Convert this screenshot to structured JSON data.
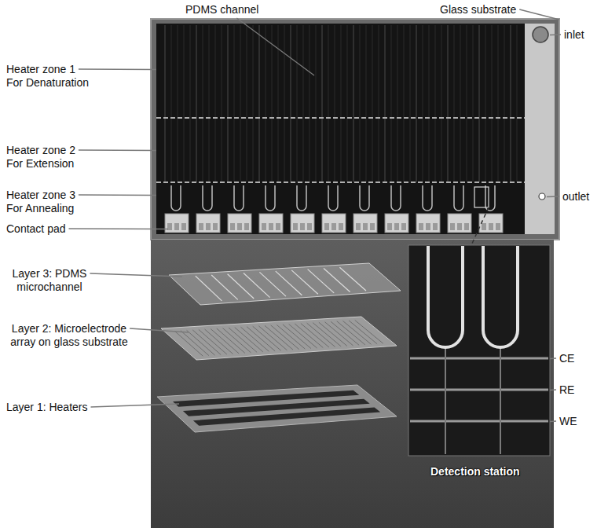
{
  "diagram": {
    "labels": [
      "PDMS channel",
      "Glass substrate",
      "inlet",
      "Heater zone 1 For Denaturation",
      "Heater zone 2 For Extension",
      "outlet",
      "Heater zone 3 For Annealing",
      "Contact pad",
      "Layer 3: PDMS microchannel",
      "Layer 2: Microelectrode array on glass substrate",
      "Layer 1: Heaters",
      "CE",
      "RE",
      "WE",
      "Detection station"
    ]
  }
}
